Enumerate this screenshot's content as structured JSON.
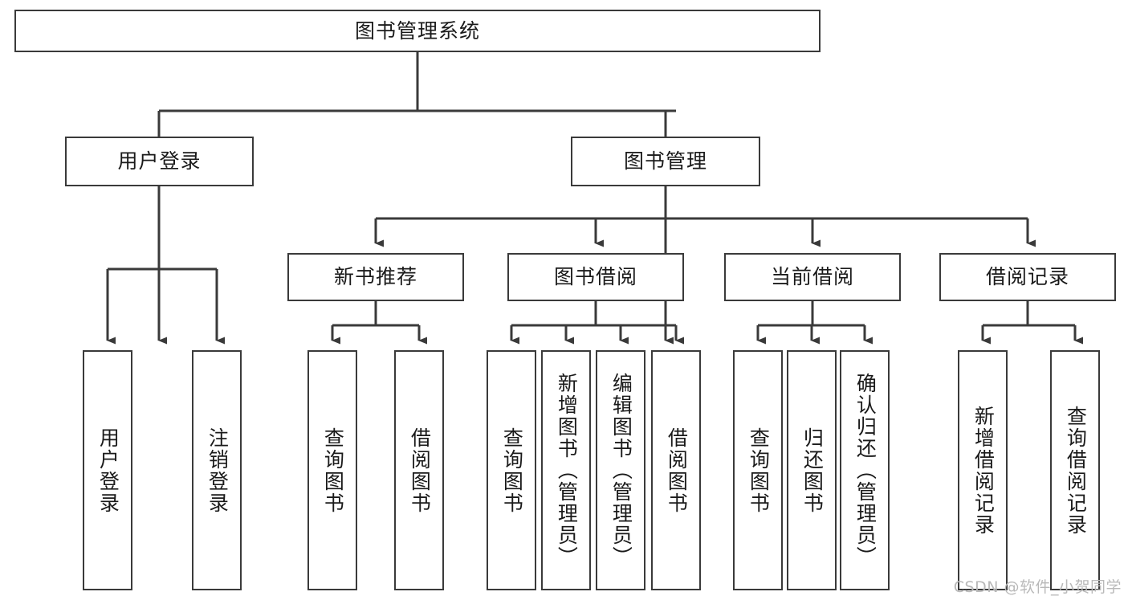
{
  "diagram": {
    "title": "图书管理系统",
    "type": "tree-hierarchy-chart",
    "watermark": "CSDN @软件_小贺同学",
    "colors": {
      "box_border": "#3a3a3a",
      "box_fill": "#ffffff",
      "edge": "#3a3a3a",
      "text": "#1a1a1a",
      "watermark": "#b9b9b9",
      "background": "#ffffff"
    },
    "root": {
      "id": "root",
      "label": "图书管理系统"
    },
    "level2": [
      {
        "id": "user-login",
        "label": "用户登录"
      },
      {
        "id": "book-manage",
        "label": "图书管理"
      }
    ],
    "level3": [
      {
        "id": "new-book-recommend",
        "label": "新书推荐",
        "parent": "book-manage"
      },
      {
        "id": "book-borrow",
        "label": "图书借阅",
        "parent": "book-manage"
      },
      {
        "id": "current-borrow",
        "label": "当前借阅",
        "parent": "book-manage"
      },
      {
        "id": "borrow-record",
        "label": "借阅记录",
        "parent": "book-manage"
      }
    ],
    "leaves": [
      {
        "id": "leaf-user-login",
        "label": "用户登录",
        "parent": "user-login"
      },
      {
        "id": "leaf-user-logout",
        "label": "注销登录",
        "parent": "user-login"
      },
      {
        "id": "leaf-query-book-1",
        "label": "查询图书",
        "parent": "new-book-recommend"
      },
      {
        "id": "leaf-borrow-book-1",
        "label": "借阅图书",
        "parent": "new-book-recommend"
      },
      {
        "id": "leaf-query-book-2",
        "label": "查询图书",
        "parent": "book-borrow"
      },
      {
        "id": "leaf-add-book",
        "label": "新增图书（管理员）",
        "parent": "book-borrow"
      },
      {
        "id": "leaf-edit-book",
        "label": "编辑图书（管理员）",
        "parent": "book-borrow"
      },
      {
        "id": "leaf-borrow-book-2",
        "label": "借阅图书",
        "parent": "book-borrow"
      },
      {
        "id": "leaf-query-book-3",
        "label": "查询图书",
        "parent": "current-borrow"
      },
      {
        "id": "leaf-return-book",
        "label": "归还图书",
        "parent": "current-borrow"
      },
      {
        "id": "leaf-confirm-return",
        "label": "确认归还（管理员）",
        "parent": "current-borrow"
      },
      {
        "id": "leaf-add-record",
        "label": "新增借阅记录",
        "parent": "borrow-record"
      },
      {
        "id": "leaf-query-record",
        "label": "查询借阅记录",
        "parent": "borrow-record"
      }
    ]
  }
}
